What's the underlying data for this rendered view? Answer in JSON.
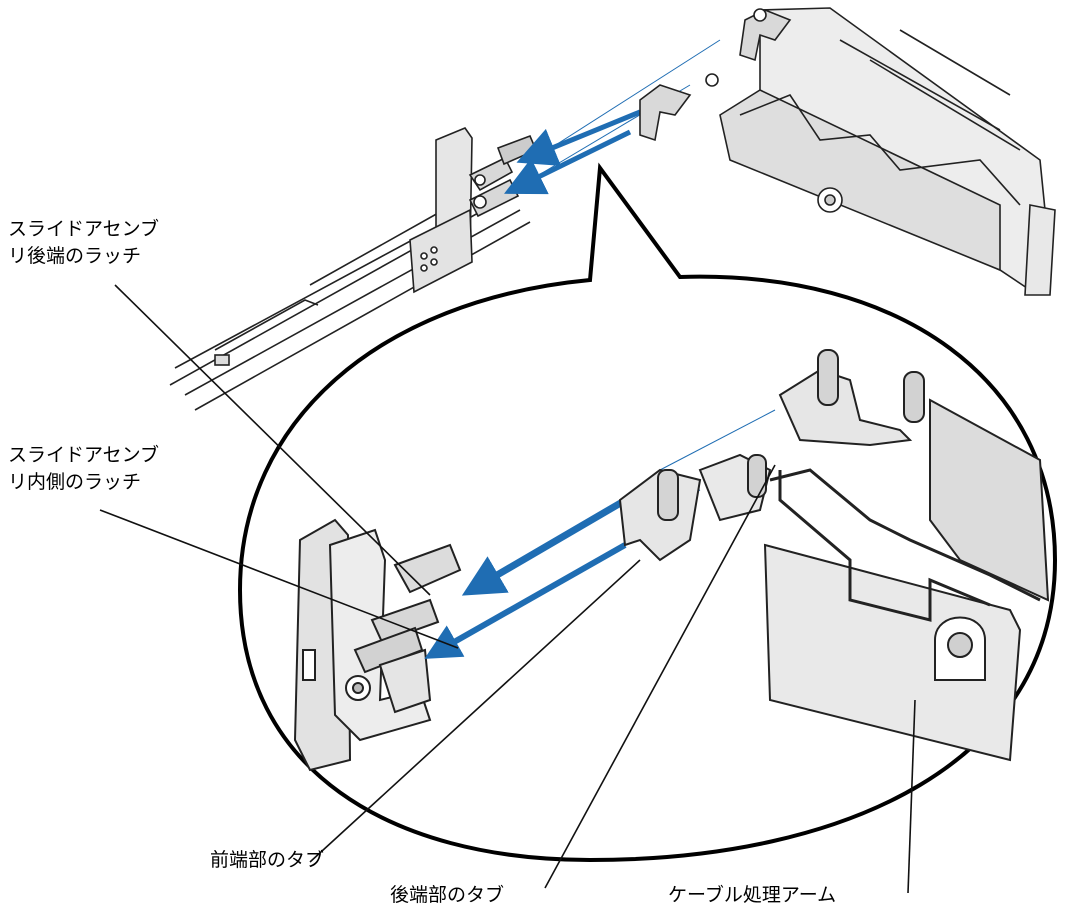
{
  "labels": {
    "rear_latch": [
      "スライドアセンブ",
      "リ後端のラッチ"
    ],
    "inner_latch": [
      "スライドアセンブ",
      "リ内側のラッチ"
    ],
    "front_tab": "前端部のタブ",
    "rear_tab": "後端部のタブ",
    "cable_arm": "ケーブル処理アーム"
  },
  "colors": {
    "arrow": "#1f6db3",
    "line": "#111111",
    "metal": "#cfcfcf",
    "metal_dark": "#9a9a9a"
  }
}
